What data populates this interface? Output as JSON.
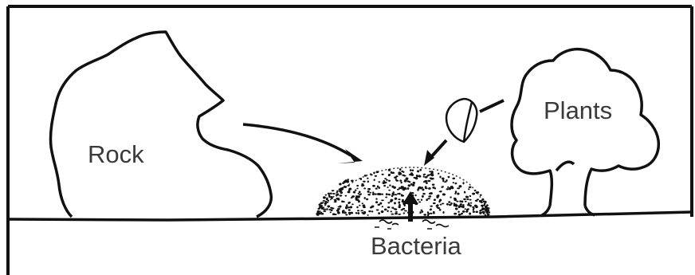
{
  "labels": {
    "rock": "Rock",
    "plants": "Plants",
    "bacteria": "Bacteria"
  },
  "colors": {
    "ink": "#111111",
    "label": "#3a3a3a",
    "background": "#ffffff"
  }
}
